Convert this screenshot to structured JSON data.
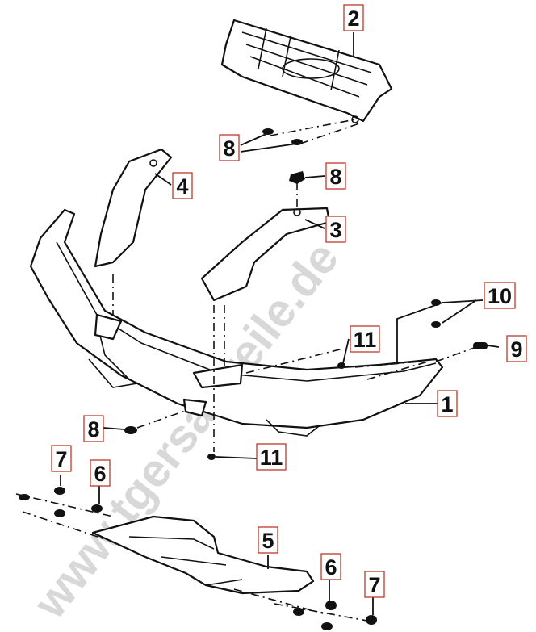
{
  "watermark": "www.tgersatzteile.de",
  "callouts": [
    {
      "id": "c2",
      "label": "2"
    },
    {
      "id": "c8a",
      "label": "8"
    },
    {
      "id": "c4",
      "label": "4"
    },
    {
      "id": "c8b",
      "label": "8"
    },
    {
      "id": "c3",
      "label": "3"
    },
    {
      "id": "c10",
      "label": "10"
    },
    {
      "id": "c11a",
      "label": "11"
    },
    {
      "id": "c9",
      "label": "9"
    },
    {
      "id": "c1",
      "label": "1"
    },
    {
      "id": "c8c",
      "label": "8"
    },
    {
      "id": "c11b",
      "label": "11"
    },
    {
      "id": "c7a",
      "label": "7"
    },
    {
      "id": "c6a",
      "label": "6"
    },
    {
      "id": "c5",
      "label": "5"
    },
    {
      "id": "c6b",
      "label": "6"
    },
    {
      "id": "c7b",
      "label": "7"
    }
  ]
}
